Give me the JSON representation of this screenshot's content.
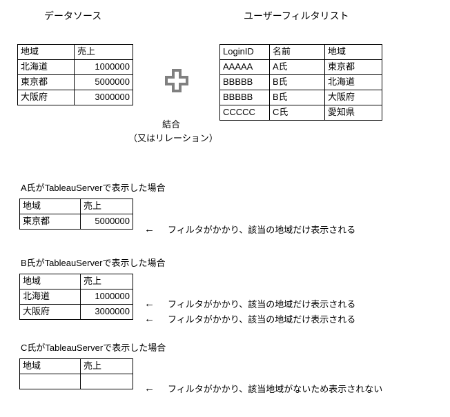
{
  "diagram": {
    "title_datasource": "データソース",
    "title_userfilter": "ユーザーフィルタリスト",
    "join_icon_name": "plus-icon",
    "join_label": "結合",
    "join_sublabel": "（又はリレーション）"
  },
  "datasource_table": {
    "headers": [
      "地域",
      "売上"
    ],
    "rows": [
      {
        "region": "北海道",
        "sales": "1000000"
      },
      {
        "region": "東京都",
        "sales": "5000000"
      },
      {
        "region": "大阪府",
        "sales": "3000000"
      }
    ]
  },
  "userfilter_table": {
    "headers": [
      "LoginID",
      "名前",
      "地域"
    ],
    "rows": [
      {
        "login_id": "AAAAA",
        "name": "A氏",
        "region": "東京都"
      },
      {
        "login_id": "BBBBB",
        "name": "B氏",
        "region": "北海道"
      },
      {
        "login_id": "BBBBB",
        "name": "B氏",
        "region": "大阪府"
      },
      {
        "login_id": "CCCCC",
        "name": "C氏",
        "region": "愛知県"
      }
    ]
  },
  "results": [
    {
      "title": "A氏がTableauServerで表示した場合",
      "headers": [
        "地域",
        "売上"
      ],
      "rows": [
        {
          "region": "東京都",
          "sales": "5000000",
          "arrow": "←",
          "note": "フィルタがかかり、該当の地域だけ表示される"
        }
      ]
    },
    {
      "title": "B氏がTableauServerで表示した場合",
      "headers": [
        "地域",
        "売上"
      ],
      "rows": [
        {
          "region": "北海道",
          "sales": "1000000",
          "arrow": "←",
          "note": "フィルタがかかり、該当の地域だけ表示される"
        },
        {
          "region": "大阪府",
          "sales": "3000000",
          "arrow": "←",
          "note": "フィルタがかかり、該当の地域だけ表示される"
        }
      ]
    },
    {
      "title": "C氏がTableauServerで表示した場合",
      "headers": [
        "地域",
        "売上"
      ],
      "rows": [
        {
          "region": "",
          "sales": "",
          "arrow": "←",
          "note": "フィルタがかかり、該当地域がないため表示されない"
        }
      ]
    }
  ],
  "colors": {
    "border": "#000000",
    "text": "#000000",
    "plus_icon": "#808080",
    "background": "#ffffff"
  }
}
